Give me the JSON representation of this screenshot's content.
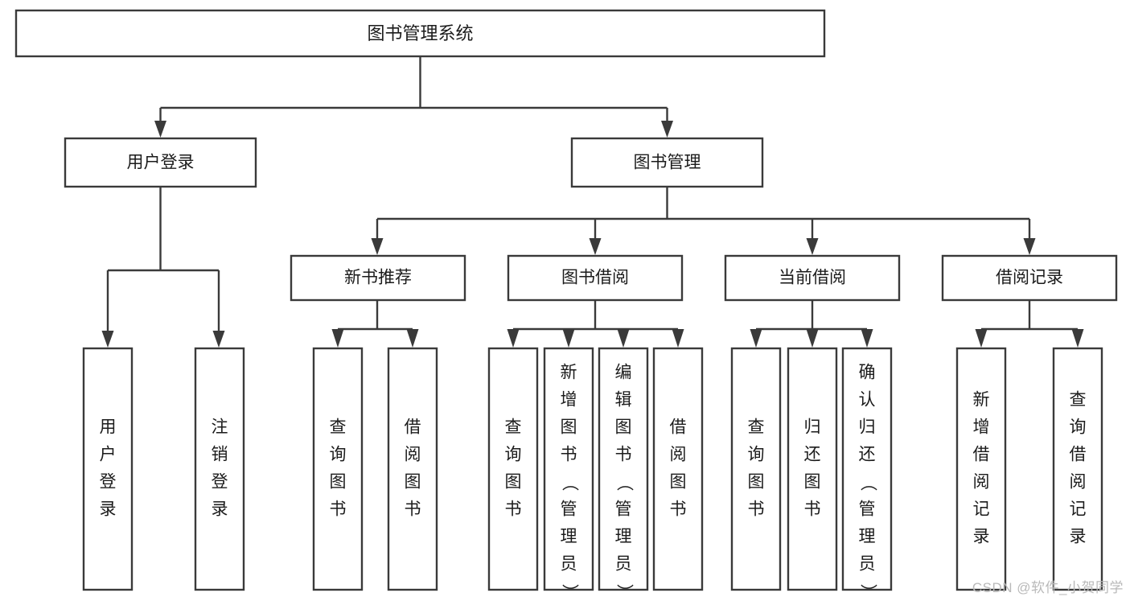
{
  "diagram": {
    "title": "图书管理系统",
    "type": "tree-hierarchy",
    "watermark": "CSDN @软件_小贺同学",
    "colors": {
      "stroke": "#3a3a3a",
      "box_fill": "#ffffff",
      "text": "#1b1b1b",
      "background": "#ffffff",
      "watermark": "#b9b9b9"
    },
    "root": {
      "label": "图书管理系统"
    },
    "level2": [
      {
        "label": "用户登录"
      },
      {
        "label": "图书管理"
      }
    ],
    "level3": [
      {
        "label": "新书推荐"
      },
      {
        "label": "图书借阅"
      },
      {
        "label": "当前借阅"
      },
      {
        "label": "借阅记录"
      }
    ],
    "leaves": {
      "user_login": [
        {
          "label": "用户登录"
        },
        {
          "label": "注销登录"
        }
      ],
      "new_book_recommend": [
        {
          "label": "查询图书"
        },
        {
          "label": "借阅图书"
        }
      ],
      "book_borrow": [
        {
          "label": "查询图书"
        },
        {
          "label": "新增图书（管理员）"
        },
        {
          "label": "编辑图书（管理员）"
        },
        {
          "label": "借阅图书"
        }
      ],
      "current_borrow": [
        {
          "label": "查询图书"
        },
        {
          "label": "归还图书"
        },
        {
          "label": "确认归还（管理员）"
        }
      ],
      "borrow_records": [
        {
          "label": "新增借阅记录"
        },
        {
          "label": "查询借阅记录"
        }
      ]
    }
  }
}
